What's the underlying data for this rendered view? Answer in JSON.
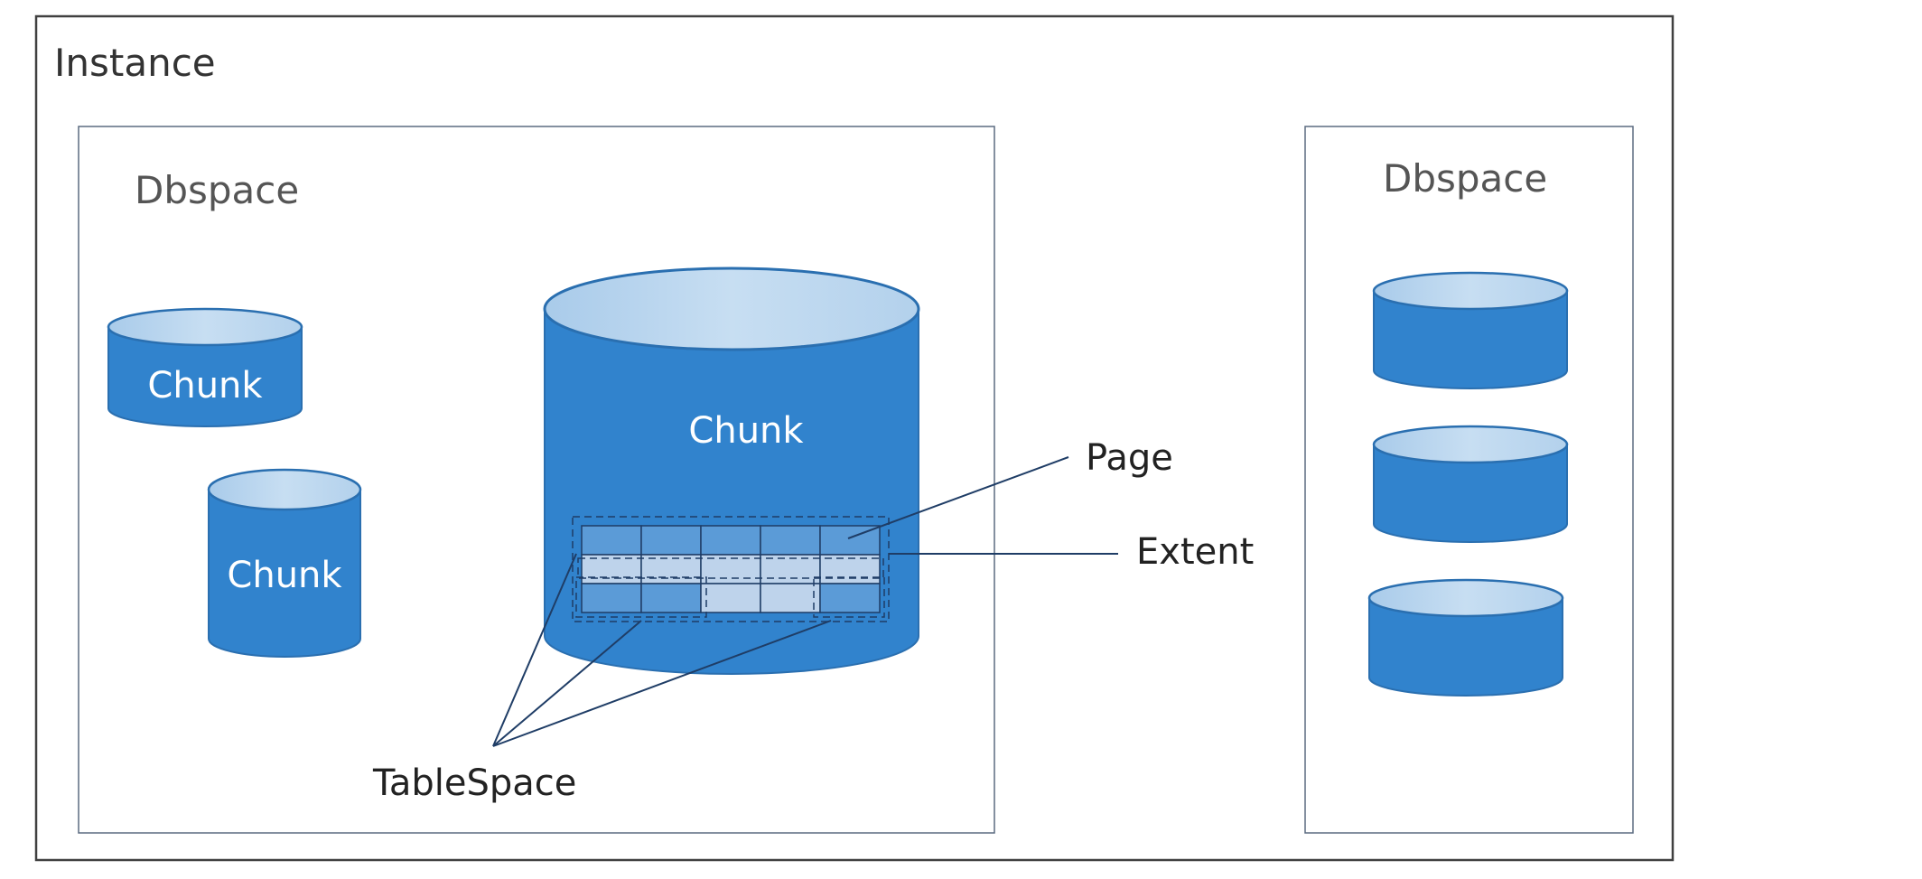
{
  "instance": {
    "label": "Instance"
  },
  "dbspaces": [
    {
      "label": "Dbspace",
      "chunk_labels": [
        "Chunk",
        "Chunk",
        "Chunk"
      ]
    },
    {
      "label": "Dbspace",
      "chunk_count": 3
    }
  ],
  "callouts": {
    "page": "Page",
    "extent": "Extent",
    "tablespace": "TableSpace"
  },
  "colors": {
    "frame": "#404040",
    "box_border": "#5b6b80",
    "cylinder_body": "#3183cd",
    "cylinder_top": "#bcd7ef",
    "cylinder_edge": "#2a6fb0",
    "grid_light": "#bed3eb",
    "grid_mid": "#5b9bd7",
    "leader_line": "#1f3d66",
    "text_white": "#ffffff",
    "text_dark": "#222222"
  }
}
